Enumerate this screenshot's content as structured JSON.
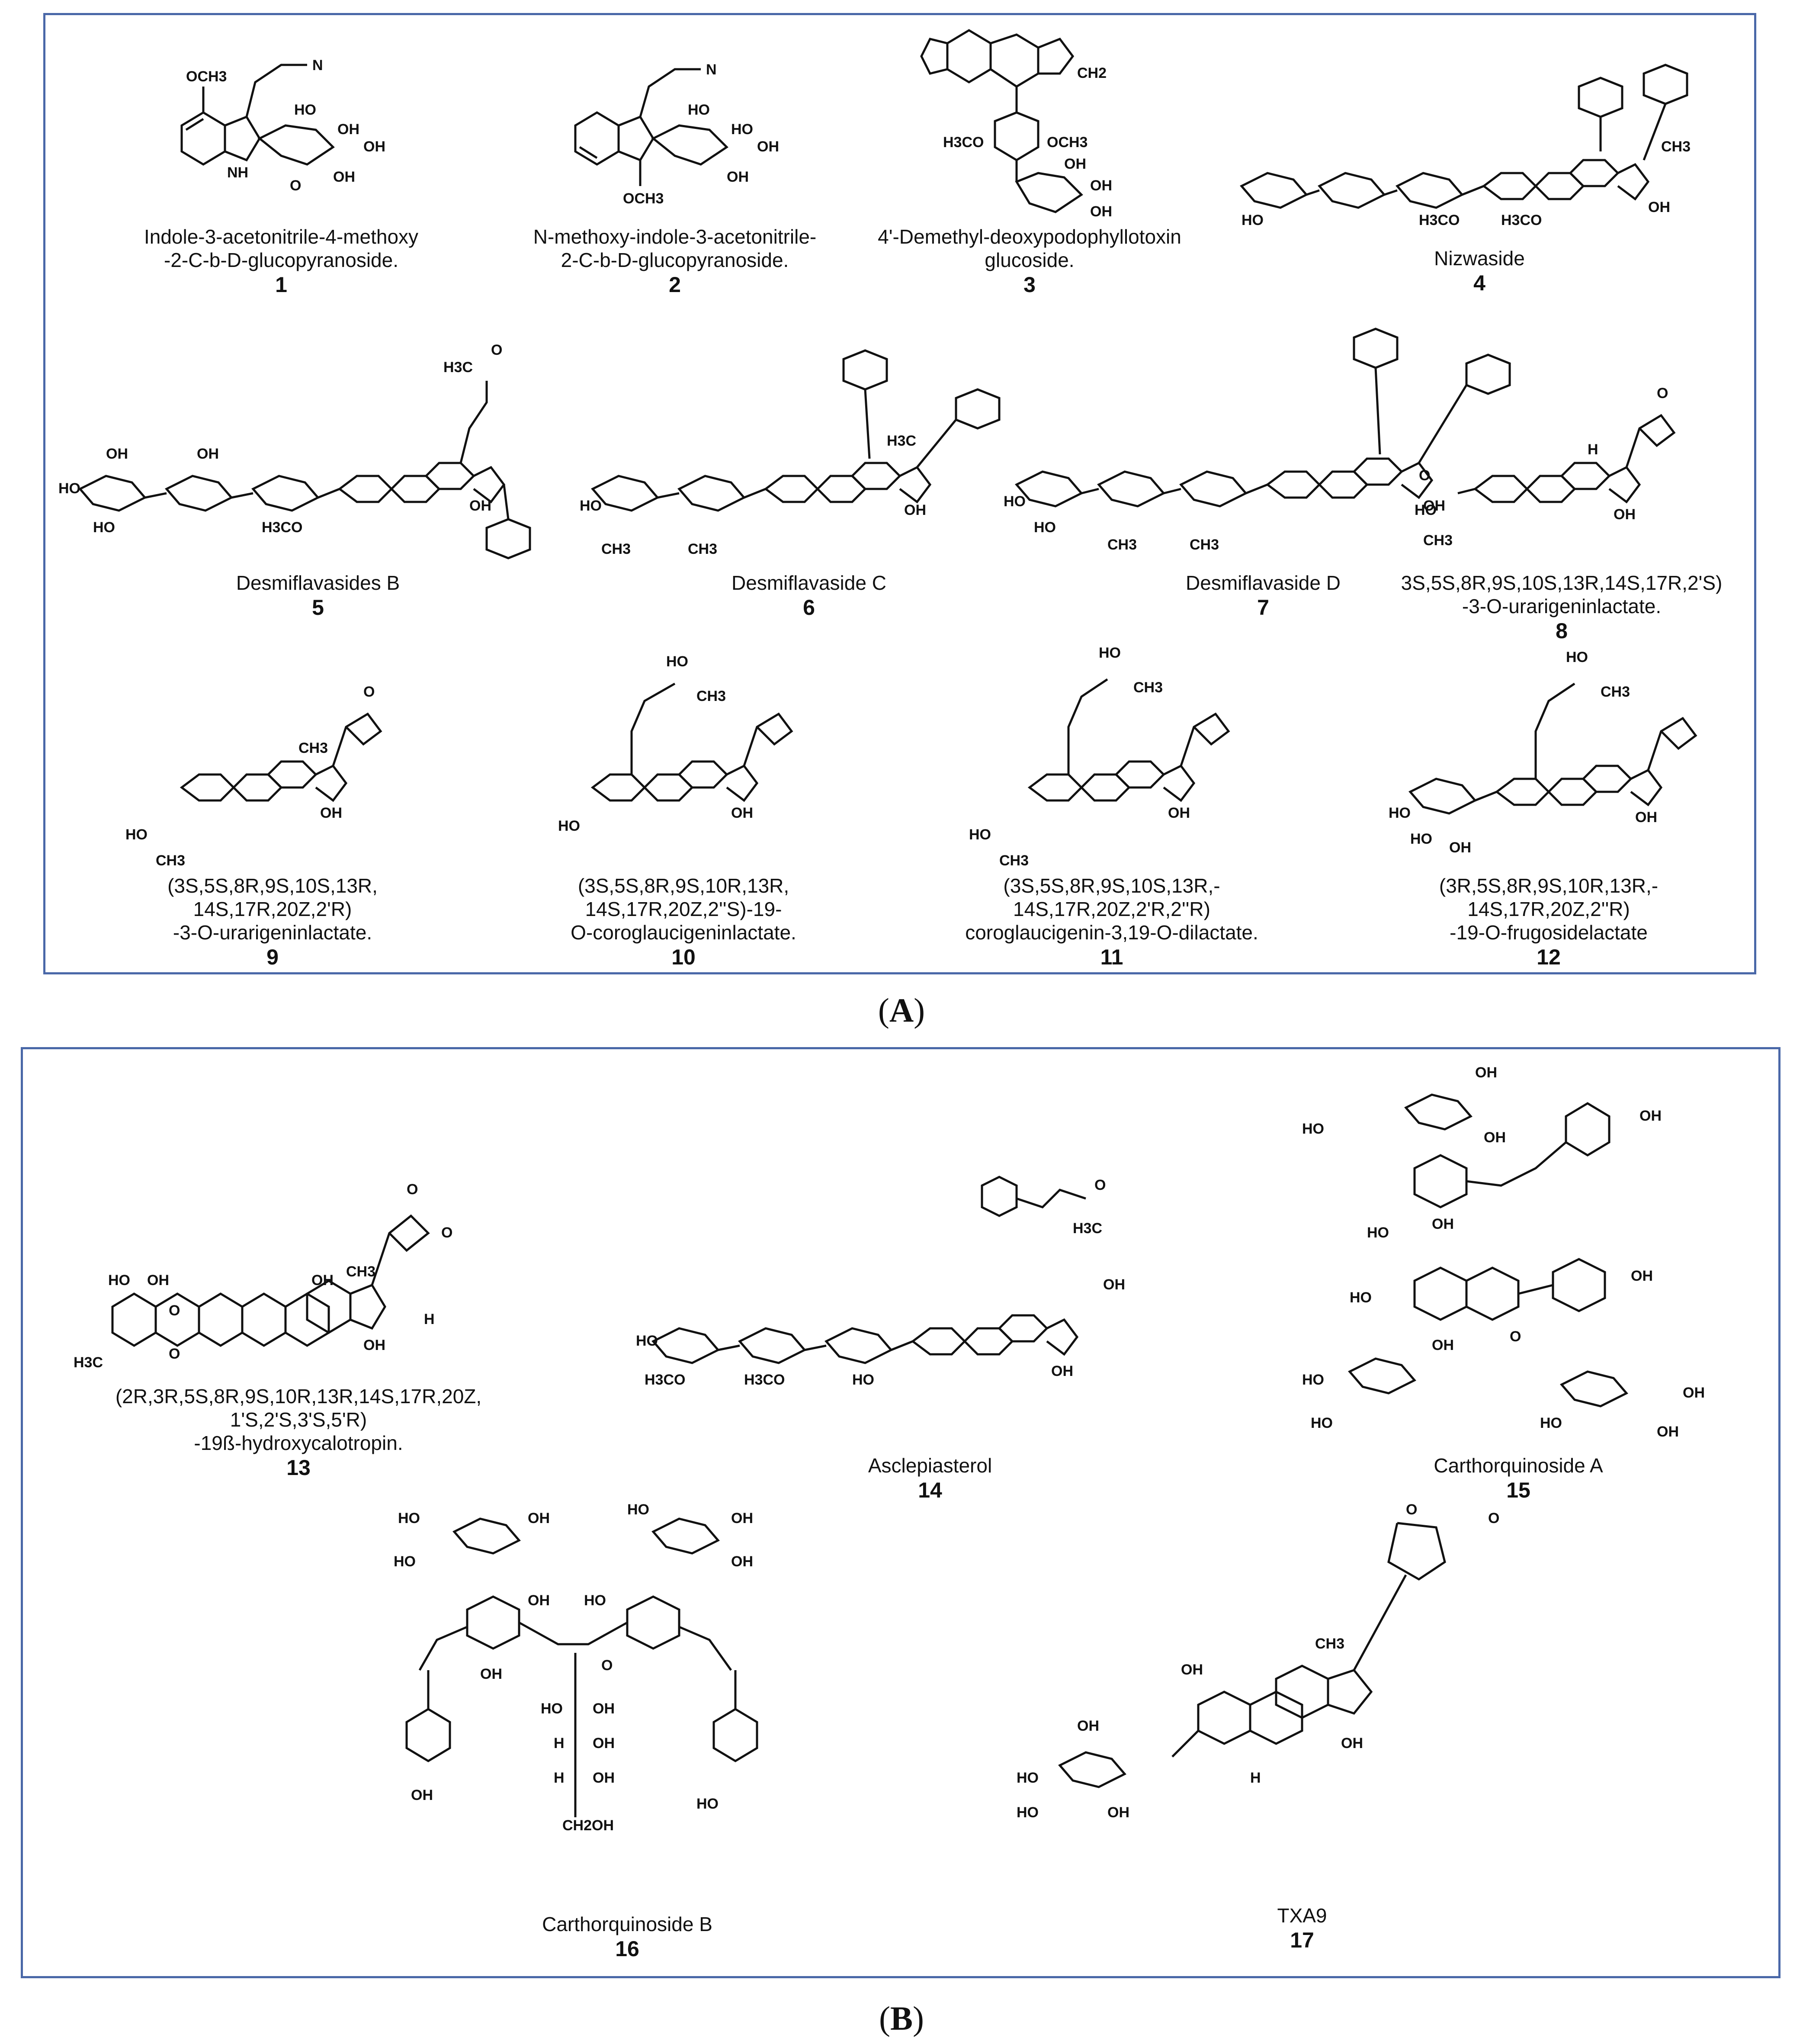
{
  "panels": {
    "a_label": "A",
    "b_label": "B"
  },
  "compounds": [
    {
      "number": "1",
      "name": "Indole-3-acetonitrile-4-methoxy\n-2-C-b-D-glucopyranoside."
    },
    {
      "number": "2",
      "name": "N-methoxy-indole-3-acetonitrile-\n2-C-b-D-glucopyranoside."
    },
    {
      "number": "3",
      "name": "4'-Demethyl-deoxypodophyllotoxin\nglucoside."
    },
    {
      "number": "4",
      "name": "Nizwaside"
    },
    {
      "number": "5",
      "name": "Desmiflavasides B"
    },
    {
      "number": "6",
      "name": "Desmiflavaside C"
    },
    {
      "number": "7",
      "name": "Desmiflavaside D"
    },
    {
      "number": "8",
      "name": "3S,5S,8R,9S,10S,13R,14S,17R,2'S)\n-3-O-urarigeninlactate."
    },
    {
      "number": "9",
      "name": "(3S,5S,8R,9S,10S,13R,\n14S,17R,20Z,2'R)\n-3-O-urarigeninlactate."
    },
    {
      "number": "10",
      "name": "(3S,5S,8R,9S,10R,13R,\n14S,17R,20Z,2''S)-19-\nO-coroglaucigeninlactate."
    },
    {
      "number": "11",
      "name": "(3S,5S,8R,9S,10S,13R,-\n14S,17R,20Z,2'R,2''R)\ncoroglaucigenin-3,19-O-dilactate."
    },
    {
      "number": "12",
      "name": "(3R,5S,8R,9S,10R,13R,-\n14S,17R,20Z,2''R)\n-19-O-frugosidelactate"
    },
    {
      "number": "13",
      "name": "(2R,3R,5S,8R,9S,10R,13R,14S,17R,20Z,\n1'S,2'S,3'S,5'R)\n-19ß-hydroxycalotropin."
    },
    {
      "number": "14",
      "name": "Asclepiasterol"
    },
    {
      "number": "15",
      "name": "Carthorquinoside A"
    },
    {
      "number": "16",
      "name": "Carthorquinoside B"
    },
    {
      "number": "17",
      "name": "TXA9"
    }
  ],
  "atoms": {
    "och3": "OCH3",
    "cn": "N",
    "nh": "NH",
    "oh": "OH",
    "ho": "HO",
    "o": "O",
    "h3co": "H3CO",
    "ch2": "CH2",
    "ch3": "CH3",
    "h3c": "H3C",
    "h": "H",
    "h3c_o": "H3C-O",
    "ch2oh": "CH2OH"
  }
}
